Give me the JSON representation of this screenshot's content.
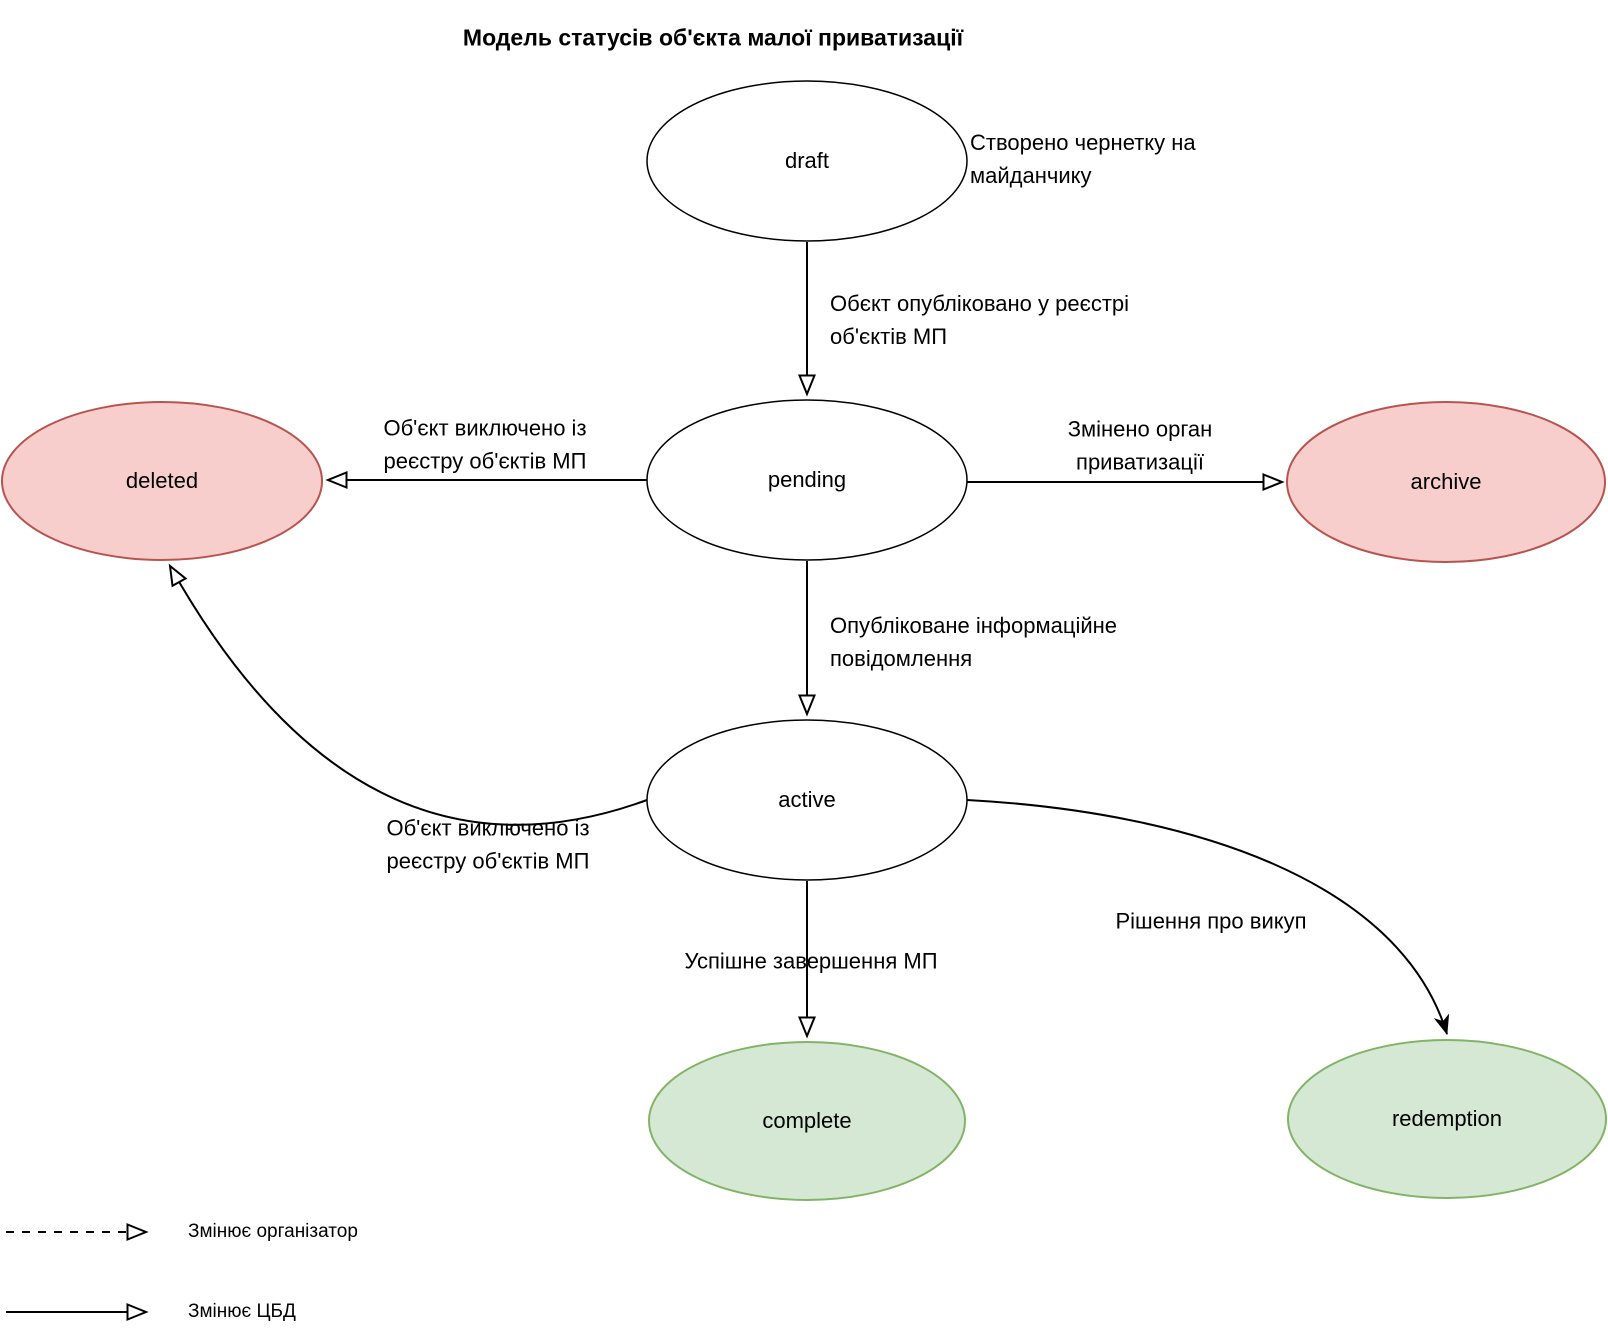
{
  "title": "Модель статусів об'єкта малої приватизації",
  "nodes": {
    "draft": {
      "label": "draft",
      "fill": "#ffffff",
      "stroke": "#000000"
    },
    "pending": {
      "label": "pending",
      "fill": "#ffffff",
      "stroke": "#000000"
    },
    "active": {
      "label": "active",
      "fill": "#ffffff",
      "stroke": "#000000"
    },
    "complete": {
      "label": "complete",
      "fill": "#d5e8d4",
      "stroke": "#82b366"
    },
    "deleted": {
      "label": "deleted",
      "fill": "#f8cecc",
      "stroke": "#b85450"
    },
    "archive": {
      "label": "archive",
      "fill": "#f8cecc",
      "stroke": "#b85450"
    },
    "redemption": {
      "label": "redemption",
      "fill": "#d5e8d4",
      "stroke": "#82b366"
    }
  },
  "edges": {
    "draft_pending": {
      "label": "Обєкт опубліковано у реєстрі\nоб'єктів МП"
    },
    "pending_deleted": {
      "label": "Об'єкт виключено із\nреєстру об'єктів МП"
    },
    "pending_archive": {
      "label": "Змінено орган\nприватизації"
    },
    "pending_active": {
      "label": "Опубліковане інформаційне\nповідомлення"
    },
    "active_complete": {
      "label": "Успішне завершення МП"
    },
    "active_deleted": {
      "label": "Об'єкт виключено із\nреєстру об'єктів МП"
    },
    "active_redemption": {
      "label": "Рішення про викуп"
    }
  },
  "annotations": {
    "draft_note": "Створено чернетку на\nмайданчику"
  },
  "legend": {
    "organizer": "Змінює організатор",
    "cbd": "Змінює ЦБД"
  },
  "colors": {
    "line": "#000000",
    "negative_fill": "#f8cecc",
    "negative_stroke": "#b85450",
    "positive_fill": "#d5e8d4",
    "positive_stroke": "#82b366"
  }
}
